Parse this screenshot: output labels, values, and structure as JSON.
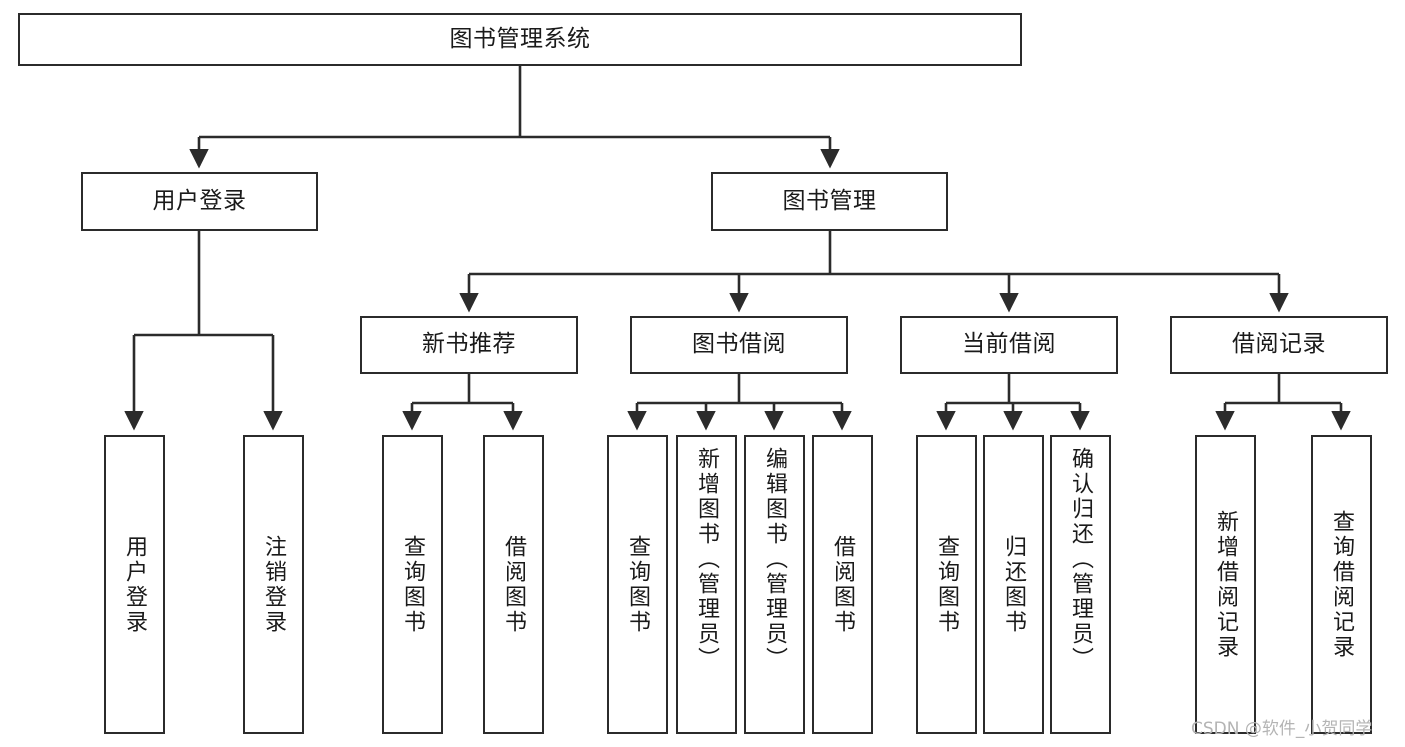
{
  "diagram": {
    "title": "图书管理系统",
    "type": "tree-hierarchy",
    "watermark": "CSDN @软件_小贺同学",
    "colors": {
      "background": "#ffffff",
      "box_border": "#2b2b2b",
      "box_fill": "#ffffff",
      "edge": "#2b2b2b",
      "text": "#1a1a1a",
      "watermark": "#b4b4b4"
    },
    "levels": {
      "root": {
        "label": "图书管理系统"
      },
      "level2": [
        {
          "id": "user-login",
          "label": "用户登录"
        },
        {
          "id": "book-manage",
          "label": "图书管理"
        }
      ],
      "level3": [
        {
          "id": "new-book-recommend",
          "label": "新书推荐",
          "parent": "book-manage"
        },
        {
          "id": "book-borrow",
          "label": "图书借阅",
          "parent": "book-manage"
        },
        {
          "id": "current-borrow",
          "label": "当前借阅",
          "parent": "book-manage"
        },
        {
          "id": "borrow-record",
          "label": "借阅记录",
          "parent": "book-manage"
        }
      ],
      "leaves": [
        {
          "id": "leaf-user-login",
          "label": "用户登录",
          "parent": "user-login"
        },
        {
          "id": "leaf-logout",
          "label": "注销登录",
          "parent": "user-login"
        },
        {
          "id": "leaf-query-book-1",
          "label": "查询图书",
          "parent": "new-book-recommend"
        },
        {
          "id": "leaf-borrow-book-1",
          "label": "借阅图书",
          "parent": "new-book-recommend"
        },
        {
          "id": "leaf-query-book-2",
          "label": "查询图书",
          "parent": "book-borrow"
        },
        {
          "id": "leaf-add-book",
          "label": "新增图书（管理员）",
          "parent": "book-borrow"
        },
        {
          "id": "leaf-edit-book",
          "label": "编辑图书（管理员）",
          "parent": "book-borrow"
        },
        {
          "id": "leaf-borrow-book-2",
          "label": "借阅图书",
          "parent": "book-borrow"
        },
        {
          "id": "leaf-query-book-3",
          "label": "查询图书",
          "parent": "current-borrow"
        },
        {
          "id": "leaf-return-book",
          "label": "归还图书",
          "parent": "current-borrow"
        },
        {
          "id": "leaf-confirm-return",
          "label": "确认归还（管理员）",
          "parent": "current-borrow"
        },
        {
          "id": "leaf-add-record",
          "label": "新增借阅记录",
          "parent": "borrow-record"
        },
        {
          "id": "leaf-query-record",
          "label": "查询借阅记录",
          "parent": "borrow-record"
        }
      ]
    }
  }
}
